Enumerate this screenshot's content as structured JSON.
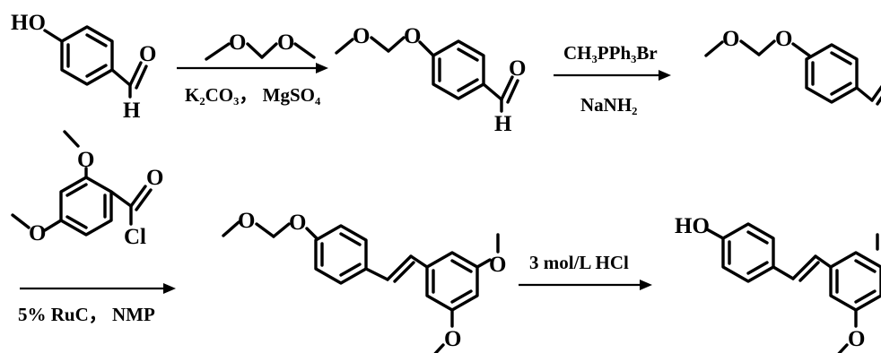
{
  "labels": {
    "ho": "HO",
    "o": "O",
    "h": "H",
    "cl": "Cl"
  },
  "conditions": {
    "step1_below": "K₂CO₃，  MgSO₄",
    "step2_above": "CH₃PPh₃Br",
    "step2_below": "NaNH₂",
    "step3_below": "5% RuC，  NMP",
    "step4_above": "3 mol/L  HCl"
  }
}
